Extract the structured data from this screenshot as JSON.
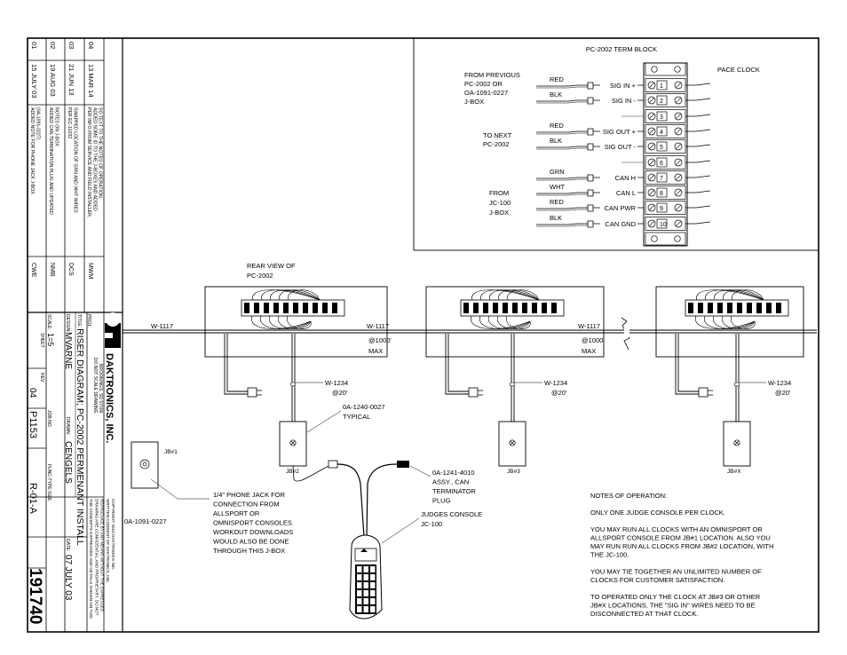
{
  "term_block": {
    "title": "PC-2002 TERM BLOCK",
    "pace_clock": "PACE CLOCK",
    "from_previous": [
      "FROM PREVIOUS",
      "PC-2002 OR",
      "OA-1091-0227",
      "J-BOX"
    ],
    "to_next": [
      "TO NEXT",
      "PC-2002"
    ],
    "from_jc": [
      "FROM",
      "JC-100",
      "J-BOX"
    ],
    "rows": [
      {
        "num": "1",
        "wire": "RED",
        "signal": "SIG IN +"
      },
      {
        "num": "2",
        "wire": "BLK",
        "signal": "SIG IN -"
      },
      {
        "num": "3",
        "wire": "",
        "signal": ""
      },
      {
        "num": "4",
        "wire": "RED",
        "signal": "SIG OUT +"
      },
      {
        "num": "5",
        "wire": "BLK",
        "signal": "SIG OUT -"
      },
      {
        "num": "6",
        "wire": "",
        "signal": ""
      },
      {
        "num": "7",
        "wire": "GRN",
        "signal": "CAN H"
      },
      {
        "num": "8",
        "wire": "WHT",
        "signal": "CAN L"
      },
      {
        "num": "9",
        "wire": "RED",
        "signal": "CAN PWR"
      },
      {
        "num": "10",
        "wire": "BLK",
        "signal": "CAN GND"
      }
    ]
  },
  "diagram": {
    "rear_view": [
      "REAR VIEW OF",
      "PC-2002"
    ],
    "cable_w1117": "W-1117",
    "max_1000": [
      "@1000'",
      "MAX"
    ],
    "cable_w1234": "W-1234",
    "at_20": "@20'",
    "typical_part": [
      "0A-1240-0027",
      "TYPICAL"
    ],
    "jb1": "JB#1",
    "jb2": "JB#2",
    "jb3": "JB#3",
    "jbx": "JB#X",
    "jbox_part": "0A-1091-0227",
    "phone_jack_note": [
      "1/4\" PHONE JACK FOR",
      "CONNECTION FROM",
      "ALLSPORT OR",
      "OMNISPORT CONSOLES.",
      "WORKOUT DOWNLOADS",
      "WOULD ALSO BE DONE",
      "THROUGH THIS J-BOX"
    ],
    "terminator_note": [
      "0A-1241-4010",
      "ASSY., CAN",
      "TERMINATOR",
      "PLUG"
    ],
    "judges_console": [
      "JUDGES CONSOLE",
      "JC-100"
    ]
  },
  "notes": {
    "title": "NOTES OF OPERATION:",
    "lines": [
      "ONLY ONE JUDGE CONSOLE PER CLOCK.",
      "",
      "YOU MAY RUN ALL CLOCKS WITH AN OMNISPORT OR",
      "ALLSPORT CONSOLE FROM JB#1 LOCATION.  ALSO YOU",
      "MAY RUN RUN ALL CLOCKS FROM JB#2 LOCATION, WITH",
      "THE JC-100.",
      "",
      "YOU MAY TIE TOGETHER AN UNLIMITED NUMBER OF",
      "CLOCKS FOR CUSTOMER SATISFACTION.",
      "",
      "TO OPERATED ONLY THE CLOCK AT JB#3 OR OTHER",
      "JB#X LOCATIONS, THE \"SIG IN\" WIRES NEED TO BE",
      "DISCONNECTED AT THAT CLOCK."
    ]
  },
  "revisions": [
    {
      "rev": "01",
      "date": "15 JULY 03",
      "desc": [
        "ADDED NOTE FOR PHONE JACK J-BOX",
        "(0A-1091-0227)."
      ],
      "by": "CWE"
    },
    {
      "rev": "02",
      "date": "19 AUG 03",
      "desc": [
        "ADDED CAN TERMINATION PLUG AND UPDATED",
        "NOTES ON J-BOX"
      ],
      "by": "NMB"
    },
    {
      "rev": "03",
      "date": "21 JUN 13",
      "desc": [
        "PER EC-11032",
        "SWAPPED LOCATION OF GRN AND WHT WIRES"
      ],
      "by": "DCS"
    },
    {
      "rev": "04",
      "date": "13 MAR 14",
      "desc": [
        "PER INFO FROM SERVICE AND FIELD INSTALLER,",
        "ADDED SOME ID TO THE J-BOXES AND ADDED",
        "SO TEXT TO THE NOTES OF OPERATION."
      ],
      "by": "MWM"
    }
  ],
  "title_block": {
    "company": "DAKTRONICS, INC.",
    "city": "BROOKINGS, SD  57006",
    "no_scale": "DO NOT SCALE DRAWING",
    "proj_label": "PROJ:",
    "title_label": "TITLE:",
    "title": "RISER DIAGRAM; PC-2002 PERMENANT INSTALL",
    "design_label": "DESIGN:",
    "design": "MVARNE",
    "drawn_label": "DRAWN:",
    "drawn": "CENGELS",
    "date_label": "DATE:",
    "date": "07 JULY 03",
    "scale_label": "SCALE:",
    "scale": "1=5",
    "sheet_label": "SHEET",
    "sheet": "04",
    "rev_label": "REV",
    "jobno_label": "JOB NO.",
    "jobno": "P1153",
    "functype_label": "FUNC-TYPE-SIZE",
    "functype": "R-01-A",
    "drawing_number": "191740",
    "copyright": [
      "THE CONCEPTS EXPRESSED AND DETAILS SHOWN ON THIS",
      "DRAWING ARE CONFIDENTIAL AND PROPRIETARY. DO NOT",
      "REPRODUCE BY ANY MEANS WITHOUT THE EXPRESSED",
      "WRITTEN CONSENT OF DAKTRONICS, INC.",
      "COPYRIGHT 2013 DAKTRONICS INC."
    ]
  }
}
